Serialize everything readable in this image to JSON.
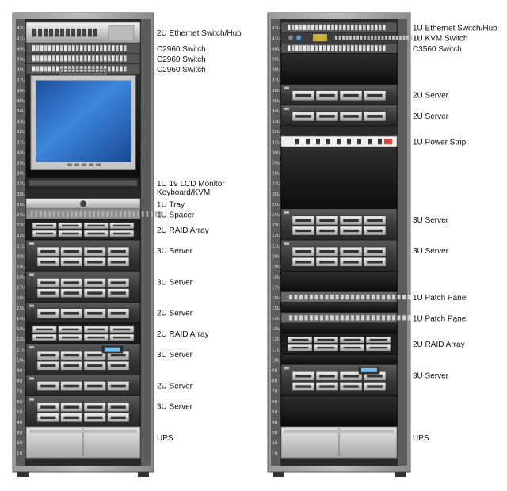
{
  "colors": {
    "rack_frame": "#7f7f7f",
    "rack_dark": "#3a3a3a",
    "rail": "#5a5a5a",
    "device_dark": "#1c1c1c",
    "device_mid": "#4a4a4a",
    "device_light": "#d8d8d8",
    "screen_blue": "#2f73c9",
    "label_text": "#111111"
  },
  "racks": [
    {
      "id": "rack-1",
      "devices": [
        {
          "type": "switch-hub",
          "top_u": 42,
          "height_u": 2,
          "label": "2U Ethernet Switch/Hub"
        },
        {
          "type": "switch",
          "top_u": 40,
          "height_u": 1,
          "label": "C2960 Switch"
        },
        {
          "type": "switch",
          "top_u": 39,
          "height_u": 1,
          "label": "C2960 Switch"
        },
        {
          "type": "switch",
          "top_u": 38,
          "height_u": 1,
          "label": "C2960 Switch"
        },
        {
          "type": "monitor",
          "top_u": 37,
          "height_u": 10,
          "label": ""
        },
        {
          "type": "keyboard",
          "top_u": 27,
          "height_u": 1,
          "label": "1U 19 LCD Monitor\nKeyboard/KVM"
        },
        {
          "type": "tray",
          "top_u": 25,
          "height_u": 1,
          "label": "1U Tray"
        },
        {
          "type": "spacer",
          "top_u": 24,
          "height_u": 1,
          "label": "1U Spacer"
        },
        {
          "type": "raid",
          "top_u": 23,
          "height_u": 2,
          "label": "2U RAID Array"
        },
        {
          "type": "server3",
          "top_u": 21,
          "height_u": 3,
          "label": "3U Server"
        },
        {
          "type": "server3",
          "top_u": 18,
          "height_u": 3,
          "label": "3U Server"
        },
        {
          "type": "server2",
          "top_u": 15,
          "height_u": 2,
          "label": "2U Server"
        },
        {
          "type": "raid",
          "top_u": 13,
          "height_u": 2,
          "label": "2U RAID Array"
        },
        {
          "type": "server3lcd",
          "top_u": 11,
          "height_u": 3,
          "label": "3U Server"
        },
        {
          "type": "server2",
          "top_u": 8,
          "height_u": 2,
          "label": "2U Server"
        },
        {
          "type": "server3",
          "top_u": 6,
          "height_u": 3,
          "label": "3U Server"
        },
        {
          "type": "ups",
          "top_u": 3,
          "height_u": 3,
          "label": "UPS"
        }
      ]
    },
    {
      "id": "rack-2",
      "devices": [
        {
          "type": "eth-switch",
          "top_u": 42,
          "height_u": 1,
          "label": "1U Ethernet Switch/Hub"
        },
        {
          "type": "kvm",
          "top_u": 41,
          "height_u": 1,
          "label": "1U KVM Switch"
        },
        {
          "type": "switch",
          "top_u": 40,
          "height_u": 1,
          "label": "C3560 Switch"
        },
        {
          "type": "blank",
          "top_u": 39,
          "height_u": 3,
          "label": ""
        },
        {
          "type": "server2",
          "top_u": 36,
          "height_u": 2,
          "label": "2U Server"
        },
        {
          "type": "server2",
          "top_u": 34,
          "height_u": 2,
          "label": "2U Server"
        },
        {
          "type": "powerstrip",
          "top_u": 31,
          "height_u": 1,
          "label": "1U Power Strip"
        },
        {
          "type": "blank",
          "top_u": 30,
          "height_u": 6,
          "label": ""
        },
        {
          "type": "server3",
          "top_u": 24,
          "height_u": 3,
          "label": "3U Server"
        },
        {
          "type": "server3",
          "top_u": 21,
          "height_u": 3,
          "label": "3U Server"
        },
        {
          "type": "blank",
          "top_u": 18,
          "height_u": 2,
          "label": ""
        },
        {
          "type": "patch",
          "top_u": 16,
          "height_u": 1,
          "label": "1U Patch Panel"
        },
        {
          "type": "blank",
          "top_u": 15,
          "height_u": 1,
          "label": ""
        },
        {
          "type": "patch",
          "top_u": 14,
          "height_u": 1,
          "label": "1U Patch Panel"
        },
        {
          "type": "blank",
          "top_u": 13,
          "height_u": 1,
          "label": ""
        },
        {
          "type": "raid",
          "top_u": 12,
          "height_u": 2,
          "label": "2U RAID Array"
        },
        {
          "type": "blank",
          "top_u": 10,
          "height_u": 1,
          "label": ""
        },
        {
          "type": "server3lcd",
          "top_u": 9,
          "height_u": 3,
          "label": "3U Server"
        },
        {
          "type": "blank",
          "top_u": 6,
          "height_u": 3,
          "label": ""
        },
        {
          "type": "ups",
          "top_u": 3,
          "height_u": 3,
          "label": "UPS"
        }
      ]
    }
  ]
}
